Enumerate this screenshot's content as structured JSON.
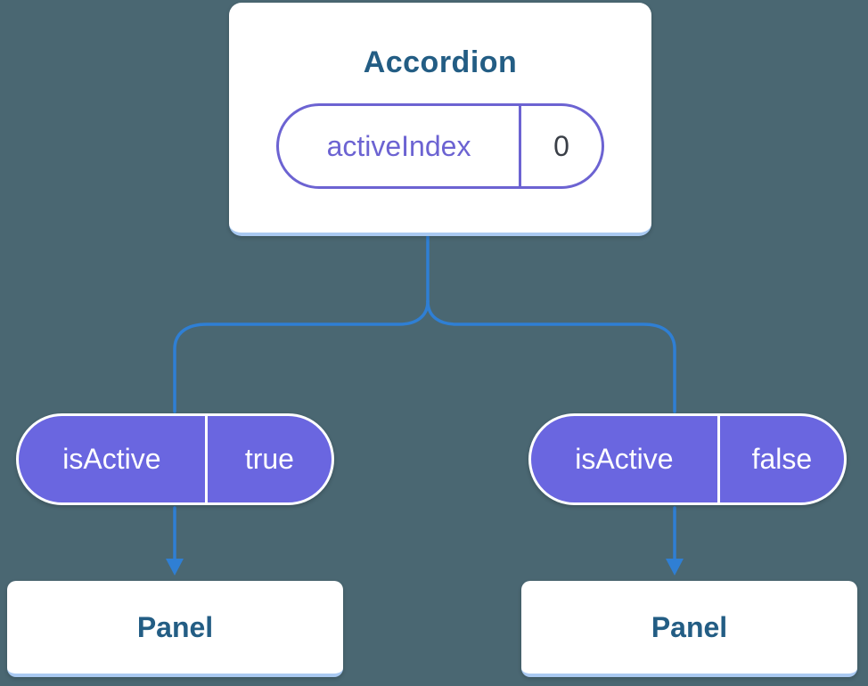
{
  "colors": {
    "background": "#4a6772",
    "card_background": "#ffffff",
    "component_text": "#235d84",
    "state_pill_border": "#6c63d2",
    "state_name_text": "#6c63d2",
    "state_value_text": "#3a3f47",
    "prop_pill_background": "#6a66e0",
    "prop_pill_text": "#ffffff",
    "connector": "#2f7fd4",
    "card_bottom_edge": "#a9c9f1"
  },
  "diagram": {
    "root": {
      "title": "Accordion",
      "state": {
        "name": "activeIndex",
        "value": "0"
      }
    },
    "children": [
      {
        "prop": {
          "name": "isActive",
          "value": "true"
        },
        "component": "Panel"
      },
      {
        "prop": {
          "name": "isActive",
          "value": "false"
        },
        "component": "Panel"
      }
    ]
  }
}
